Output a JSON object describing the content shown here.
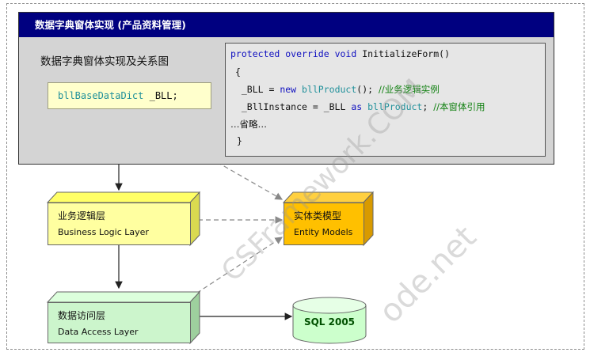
{
  "panel": {
    "title": "数据字典窗体实现 (产品资料管理)",
    "subtitle": "数据字典窗体实现及关系图"
  },
  "code": {
    "line1_kw1": "protected",
    "line1_kw2": "override",
    "line1_kw3": "void",
    "line1_rest": "InitializeForm()",
    "line2": "{",
    "line3_pre": "  _BLL = ",
    "line3_kw": "new",
    "line3_cls": "bllProduct",
    "line3_post": "(); ",
    "line3_comment": "//业务逻辑实例",
    "line4_pre": "  _BllInstance = _BLL ",
    "line4_kw": "as",
    "line4_cls": "bllProduct",
    "line4_post": "; ",
    "line4_comment": "//本窗体引用",
    "line5": "…省略…",
    "line6": "}"
  },
  "variable_box": {
    "type": "bllBaseDataDict",
    "name": " _BLL;"
  },
  "bll": {
    "zh": "业务逻辑层",
    "en": "Business Logic Layer",
    "color": "#ffffa0"
  },
  "entity": {
    "zh": "实体类模型",
    "en": "Entity Models",
    "color": "#ffc000"
  },
  "dal": {
    "zh": "数据访问层",
    "en": "Data Access Layer",
    "color": "#ccf5cc"
  },
  "database": {
    "label": "SQL 2005",
    "color": "#ccffcc"
  },
  "watermark": {
    "text1": "CSFramework.COM",
    "text2": "ode.net"
  }
}
